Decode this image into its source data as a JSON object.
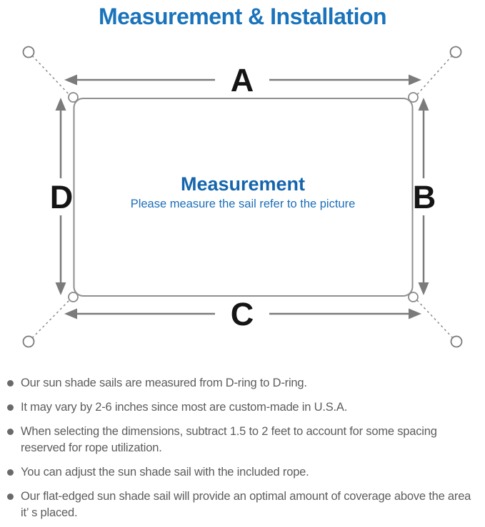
{
  "title": "Measurement & Installation",
  "diagram": {
    "labels": {
      "top": "A",
      "right": "B",
      "bottom": "C",
      "left": "D"
    },
    "center_heading": "Measurement",
    "center_caption": "Please measure the sail refer to the picture",
    "colors": {
      "accent_blue": "#1a73bb",
      "center_heading_blue": "#1565ad",
      "caption_blue": "#1c6fb8",
      "line_gray": "#7b7b7b",
      "sail_border_gray": "#8f8f8f",
      "label_black": "#151515",
      "note_text_gray": "#5d5d5d"
    }
  },
  "notes": {
    "items": [
      "Our sun shade sails are measured from D-ring to D-ring.",
      "It may vary by 2-6 inches since most are custom-made in U.S.A.",
      "When selecting the dimensions, subtract 1.5 to 2 feet to account for some spacing reserved for rope utilization.",
      "You can adjust the sun shade sail with the included rope.",
      "Our flat-edged sun shade sail will provide an optimal amount of coverage above the area it’ s placed."
    ]
  }
}
